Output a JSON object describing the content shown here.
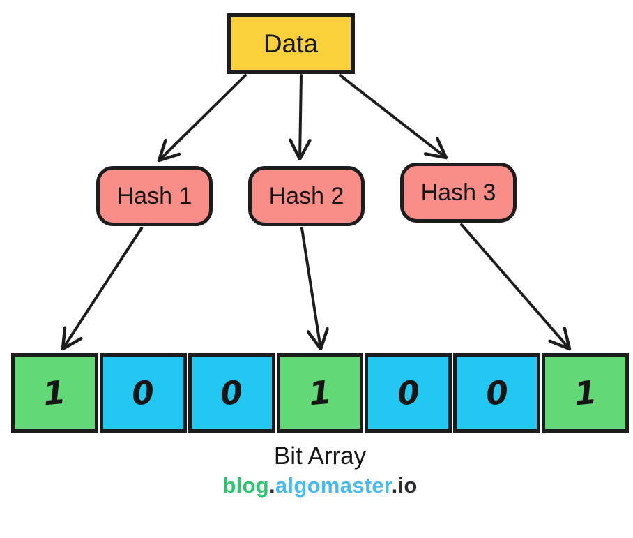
{
  "diagram": {
    "data_node": {
      "label": "Data"
    },
    "hash_nodes": [
      {
        "label": "Hash 1"
      },
      {
        "label": "Hash 2"
      },
      {
        "label": "Hash 3"
      }
    ],
    "bit_array": {
      "label": "Bit Array",
      "bits": [
        {
          "value": "1"
        },
        {
          "value": "0"
        },
        {
          "value": "0"
        },
        {
          "value": "1"
        },
        {
          "value": "0"
        },
        {
          "value": "0"
        },
        {
          "value": "1"
        }
      ]
    }
  },
  "branding": {
    "segments": [
      {
        "text": "blog"
      },
      {
        "text": "."
      },
      {
        "text": "algomaster"
      },
      {
        "text": "."
      },
      {
        "text": "io"
      }
    ]
  },
  "colors": {
    "data-fill": "#FBD13B",
    "hash-fill": "#F98E88",
    "bit-one": "#63D877",
    "bit-zero": "#22C8F2",
    "stroke": "#1D1D1D",
    "brand-green": "#2BC56D",
    "brand-blue": "#45BBF2",
    "brand-dark": "#2B2B2B"
  }
}
